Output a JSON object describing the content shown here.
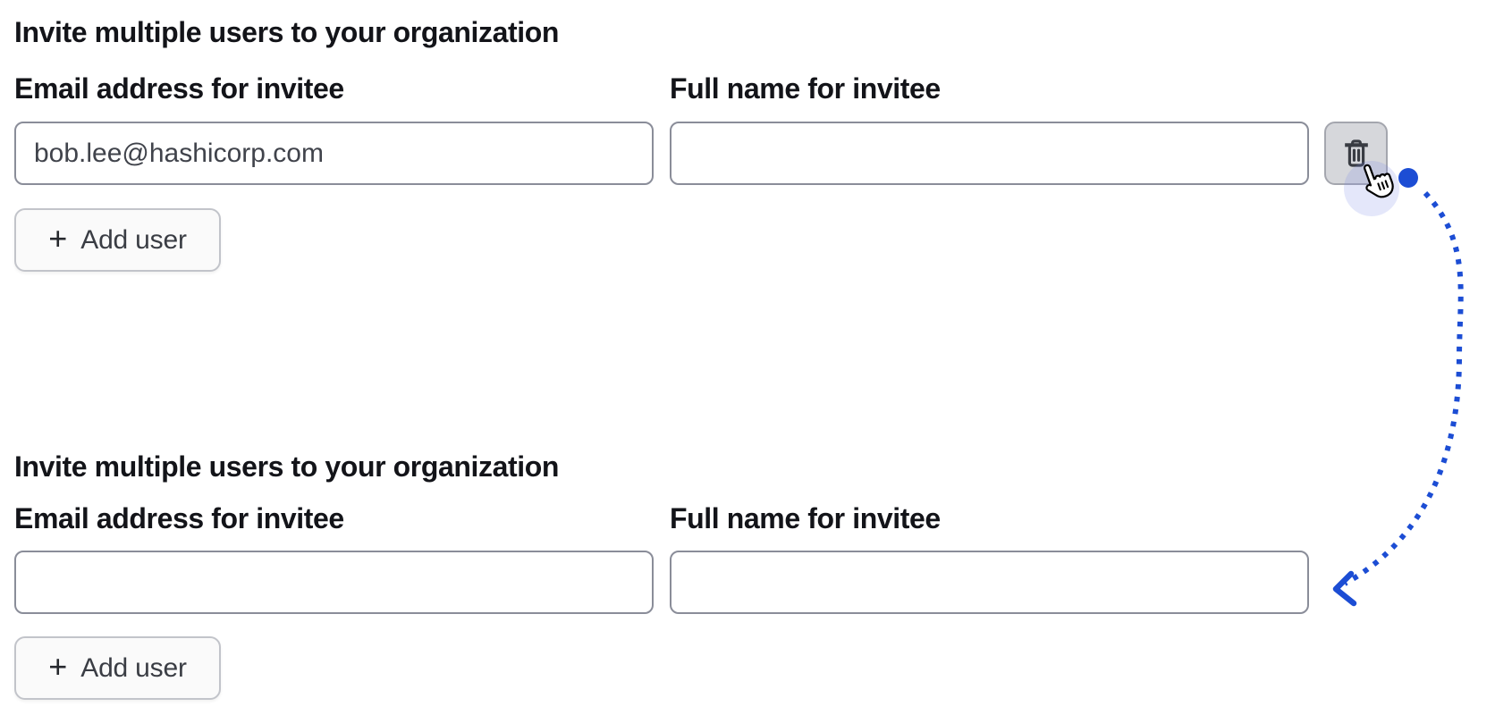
{
  "colors": {
    "annotation_blue": "#1c4dd4",
    "cursor_halo": "rgba(122,134,228,0.20)",
    "input_border": "#8a8d99",
    "button_bg": "#fafafa",
    "button_border": "#c2c4ca",
    "trash_button_bg": "#d6d7db",
    "trash_button_border": "#a4a6ae",
    "trash_icon": "#393c43",
    "heading_text": "#131419",
    "input_text": "#40434b"
  },
  "icons": {
    "delete_row": "trash-icon",
    "add_user": "plus-icon",
    "pointer": "hand-pointer-icon",
    "annotation": "dotted-arrow"
  },
  "sections": [
    {
      "title": "Invite multiple users to your organization",
      "email_label": "Email address for invitee",
      "name_label": "Full name for invitee",
      "email_value": "bob.lee@hashicorp.com",
      "name_value": "",
      "add_user": {
        "plus": "+",
        "label": "Add user"
      }
    },
    {
      "title": "Invite multiple users to your organization",
      "email_label": "Email address for invitee",
      "name_label": "Full name for invitee",
      "email_value": "",
      "name_value": "",
      "add_user": {
        "plus": "+",
        "label": "Add user"
      }
    }
  ]
}
